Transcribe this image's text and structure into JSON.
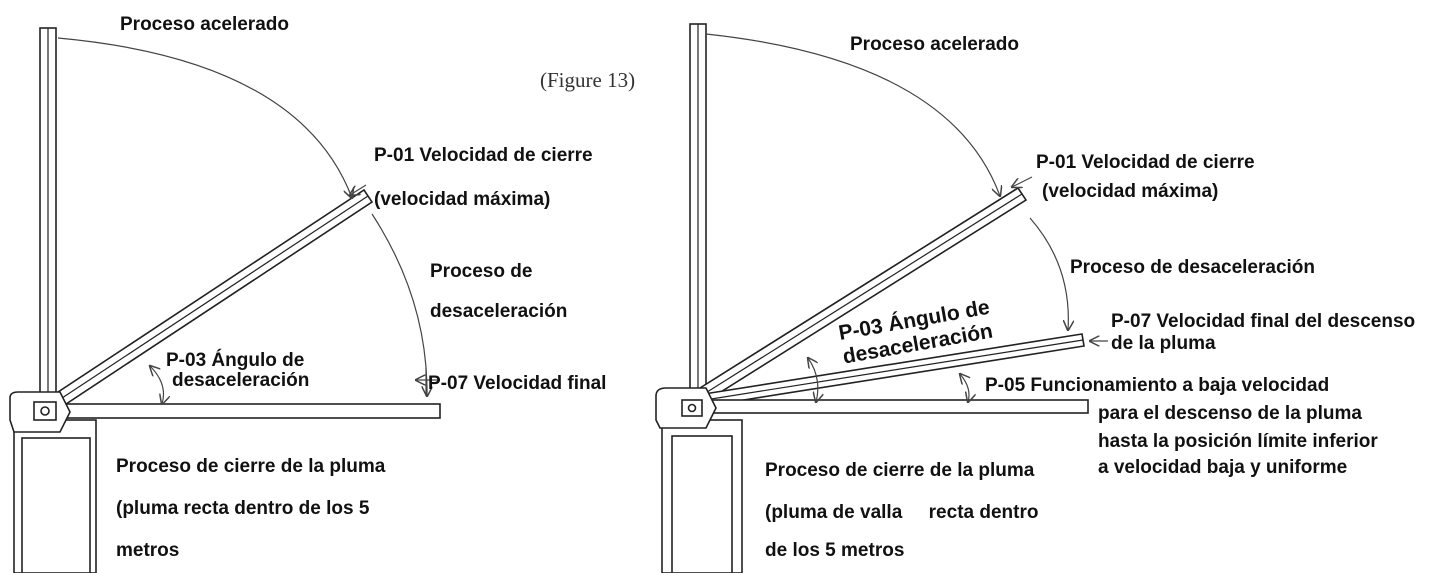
{
  "figure_caption": "(Figure 13)",
  "left_diagram": {
    "label_accelerated": "Proceso acelerado",
    "label_p01_line1": "P-01 Velocidad de cierre",
    "label_p01_line2": "(velocidad máxima)",
    "label_decel_line1": "Proceso de",
    "label_decel_line2": "desaceleración",
    "label_p03_line1": "P-03 Ángulo de",
    "label_p03_line2": "desaceleración",
    "label_p07": "P-07 Velocidad final",
    "label_closing_line1": "Proceso de cierre de la pluma",
    "label_closing_line2": "(pluma recta dentro de los 5",
    "label_closing_line3": "metros"
  },
  "right_diagram": {
    "label_accelerated": "Proceso acelerado",
    "label_p01_line1": "P-01 Velocidad de cierre",
    "label_p01_line2": "(velocidad máxima)",
    "label_decel": "Proceso de desaceleración",
    "label_p07_line1": "P-07 Velocidad final del descenso",
    "label_p07_line2": "de la pluma",
    "label_p03_line1": "P-03 Ángulo de",
    "label_p03_line2": "desaceleración",
    "label_p05_line1": "P-05 Funcionamiento a baja velocidad",
    "label_p05_line2": "para el descenso de la pluma",
    "label_p05_line3": "hasta la posición límite inferior",
    "label_p05_line4": "a velocidad baja y uniforme",
    "label_closing_line1": "Proceso de cierre de la pluma",
    "label_closing_line2": "(pluma de valla     recta dentro",
    "label_closing_line3": "de los 5 metros"
  }
}
